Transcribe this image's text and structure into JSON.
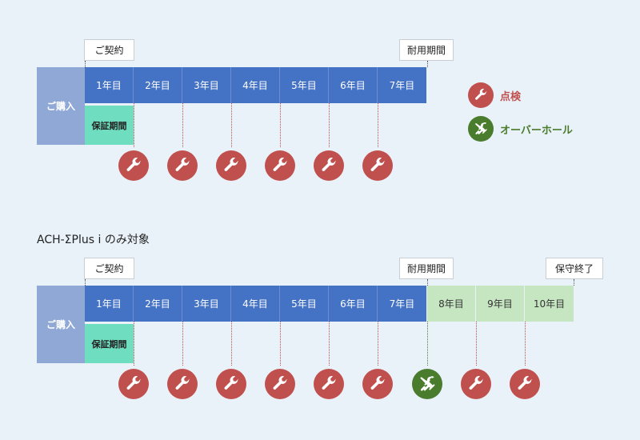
{
  "labels": {
    "contract": "ご契約",
    "service_life": "耐用期間",
    "maintenance_end": "保守終了",
    "purchase": "ご購入",
    "warranty": "保証期間"
  },
  "legend": {
    "inspection": "点検",
    "overhaul": "オーバーホール"
  },
  "section2_title": "ACH-ΣPlus i のみ対象",
  "section1_years": [
    "1年目",
    "2年目",
    "3年目",
    "4年目",
    "5年目",
    "6年目",
    "7年目"
  ],
  "section2_years": [
    "1年目",
    "2年目",
    "3年目",
    "4年目",
    "5年目",
    "6年目",
    "7年目",
    "8年目",
    "9年目",
    "10年目"
  ],
  "colors": {
    "year_blue": "#4472c4",
    "year_green": "#c6e6c2",
    "purchase": "#8fa8d6",
    "warranty": "#6fdec0",
    "inspection": "#c0504d",
    "overhaul": "#4a7c2d"
  }
}
